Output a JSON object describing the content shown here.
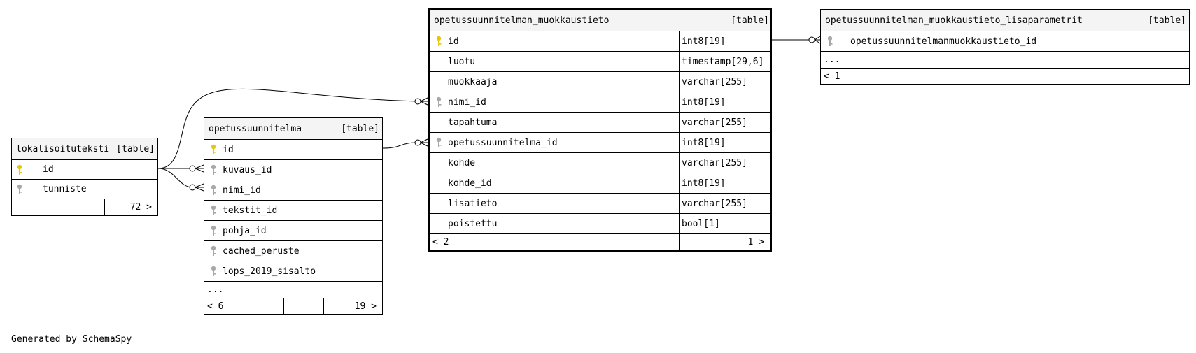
{
  "tables": {
    "lokalisoituteksti": {
      "name": "lokalisoituteksti",
      "tag": "[table]",
      "rows": [
        {
          "name": "id",
          "key": "pk"
        },
        {
          "name": "tunniste",
          "key": "fk"
        }
      ],
      "footer": {
        "right": "72 >"
      }
    },
    "opetussuunnitelma": {
      "name": "opetussuunnitelma",
      "tag": "[table]",
      "rows": [
        {
          "name": "id",
          "key": "pk"
        },
        {
          "name": "kuvaus_id",
          "key": "fk"
        },
        {
          "name": "nimi_id",
          "key": "fk"
        },
        {
          "name": "tekstit_id",
          "key": "fk"
        },
        {
          "name": "pohja_id",
          "key": "fk"
        },
        {
          "name": "cached_peruste",
          "key": "fk"
        },
        {
          "name": "lops_2019_sisalto",
          "key": "fk"
        }
      ],
      "more": "...",
      "footer": {
        "left": "< 6",
        "right": "19 >"
      }
    },
    "muokkaustieto": {
      "name": "opetussuunnitelman_muokkaustieto",
      "tag": "[table]",
      "rows": [
        {
          "name": "id",
          "type": "int8[19]",
          "key": "pk"
        },
        {
          "name": "luotu",
          "type": "timestamp[29,6]",
          "key": ""
        },
        {
          "name": "muokkaaja",
          "type": "varchar[255]",
          "key": ""
        },
        {
          "name": "nimi_id",
          "type": "int8[19]",
          "key": "fk"
        },
        {
          "name": "tapahtuma",
          "type": "varchar[255]",
          "key": ""
        },
        {
          "name": "opetussuunnitelma_id",
          "type": "int8[19]",
          "key": "fk"
        },
        {
          "name": "kohde",
          "type": "varchar[255]",
          "key": ""
        },
        {
          "name": "kohde_id",
          "type": "int8[19]",
          "key": ""
        },
        {
          "name": "lisatieto",
          "type": "varchar[255]",
          "key": ""
        },
        {
          "name": "poistettu",
          "type": "bool[1]",
          "key": ""
        }
      ],
      "footer": {
        "left": "< 2",
        "right": "1 >"
      }
    },
    "lisaparametrit": {
      "name": "opetussuunnitelman_muokkaustieto_lisaparametrit",
      "tag": "[table]",
      "rows": [
        {
          "name": "opetussuunnitelmanmuokkaustieto_id",
          "key": "fk"
        }
      ],
      "more": "...",
      "footer": {
        "left": "< 1"
      }
    }
  },
  "footer_text": "Generated by SchemaSpy",
  "colors": {
    "pk": "#e8c800",
    "fk": "#a8a8a8",
    "line": "#000000",
    "header_bg": "#f4f4f4"
  }
}
